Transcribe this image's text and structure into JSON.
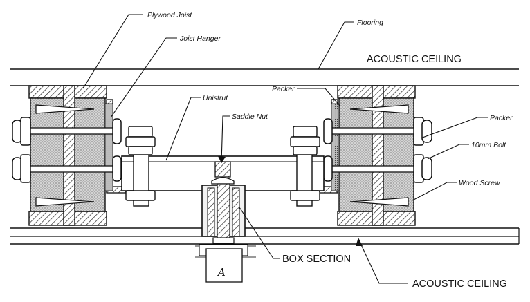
{
  "labels": {
    "plywood_joist": "Plywood Joist",
    "joist_hanger": "Joist Hanger",
    "flooring": "Flooring",
    "acoustic_ceiling_top": "ACOUSTIC CEILING",
    "unistrut": "Unistrut",
    "saddle_nut": "Saddle Nut",
    "packer_left": "Packer",
    "packer_right": "Packer",
    "bolt": "10mm Bolt",
    "wood_screw": "Wood Screw",
    "box_section": "BOX SECTION",
    "acoustic_ceiling_bottom": "ACOUSTIC CEILING"
  },
  "marks": {
    "section_letter": "A"
  }
}
